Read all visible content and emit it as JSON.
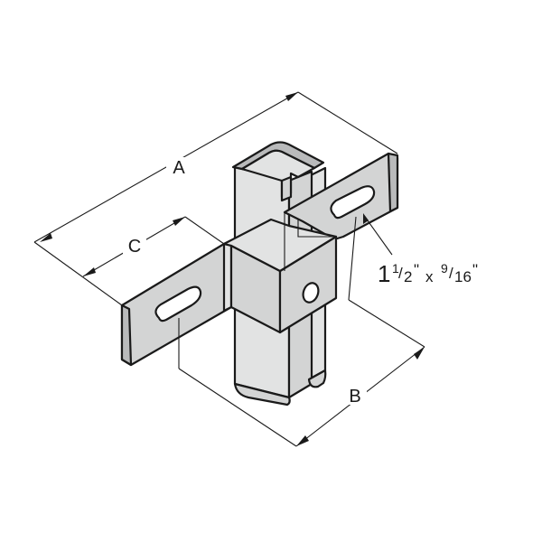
{
  "labels": {
    "a": "A",
    "b": "B",
    "c": "C",
    "slot_whole": "1",
    "slot_frac_num": "1",
    "slot_frac_den": "2",
    "slot_inch": "\"",
    "slot_times": "x",
    "slot2_num": "9",
    "slot2_den": "16",
    "slot2_inch": "\""
  },
  "colors": {
    "metal": "#d3d4d4",
    "metal_dark": "#b9babb",
    "outline": "#1a1a1a",
    "background": "#ffffff"
  }
}
